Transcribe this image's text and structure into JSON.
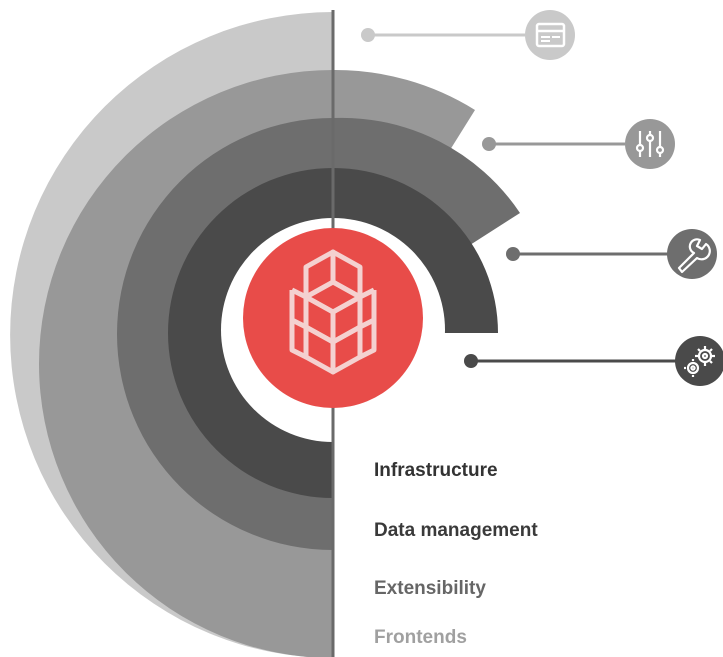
{
  "layers": [
    {
      "key": "infrastructure",
      "label": "Infrastructure",
      "icon": "gear-icon",
      "fill": "#4a4a4a",
      "label_color": "#333333"
    },
    {
      "key": "data-management",
      "label": "Data management",
      "icon": "wrench-icon",
      "fill": "#6e6e6e",
      "label_color": "#3a3a3a"
    },
    {
      "key": "extensibility",
      "label": "Extensibility",
      "icon": "sliders-icon",
      "fill": "#989898",
      "label_color": "#666666"
    },
    {
      "key": "frontends",
      "label": "Frontends",
      "icon": "layout-window-icon",
      "fill": "#c9c9c9",
      "label_color": "#a0a0a0"
    }
  ],
  "core": {
    "icon": "cube-grid-icon",
    "fill": "#e84c49"
  },
  "colors": {
    "divider": "#6a6a6a",
    "background": "#ffffff"
  }
}
